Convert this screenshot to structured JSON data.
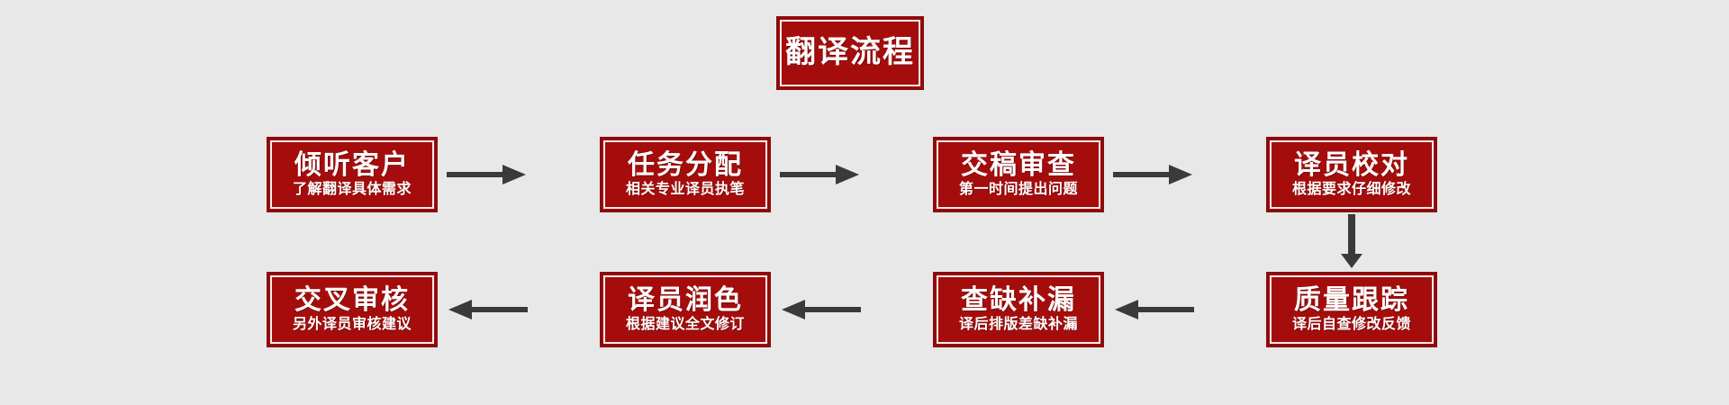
{
  "diagram": {
    "title": "翻译流程",
    "background_color": "#e8e8e8",
    "box_fill_color": "#a50d0d",
    "box_border_color": "#8c0b0b",
    "box_inner_line_color": "#f3eceb",
    "text_color": "#ffffff",
    "arrow_color": "#3a3a3a",
    "steps": [
      {
        "index": 1,
        "title": "倾听客户",
        "subtitle": "了解翻译具体需求"
      },
      {
        "index": 2,
        "title": "任务分配",
        "subtitle": "相关专业译员执笔"
      },
      {
        "index": 3,
        "title": "交稿审查",
        "subtitle": "第一时间提出问题"
      },
      {
        "index": 4,
        "title": "译员校对",
        "subtitle": "根据要求仔细修改"
      },
      {
        "index": 5,
        "title": "质量跟踪",
        "subtitle": "译后自查修改反馈"
      },
      {
        "index": 6,
        "title": "查缺补漏",
        "subtitle": "译后排版差缺补漏"
      },
      {
        "index": 7,
        "title": "译员润色",
        "subtitle": "根据建议全文修订"
      },
      {
        "index": 8,
        "title": "交叉审核",
        "subtitle": "另外译员审核建议"
      }
    ],
    "connectors": [
      {
        "id": 1,
        "from": "倾听客户",
        "to": "任务分配",
        "direction": "right"
      },
      {
        "id": 2,
        "from": "任务分配",
        "to": "交稿审查",
        "direction": "right"
      },
      {
        "id": 3,
        "from": "交稿审查",
        "to": "译员校对",
        "direction": "right"
      },
      {
        "id": 4,
        "from": "译员校对",
        "to": "质量跟踪",
        "direction": "down"
      },
      {
        "id": 5,
        "from": "质量跟踪",
        "to": "查缺补漏",
        "direction": "left"
      },
      {
        "id": 6,
        "from": "查缺补漏",
        "to": "译员润色",
        "direction": "left"
      },
      {
        "id": 7,
        "from": "译员润色",
        "to": "交叉审核",
        "direction": "left"
      }
    ]
  }
}
